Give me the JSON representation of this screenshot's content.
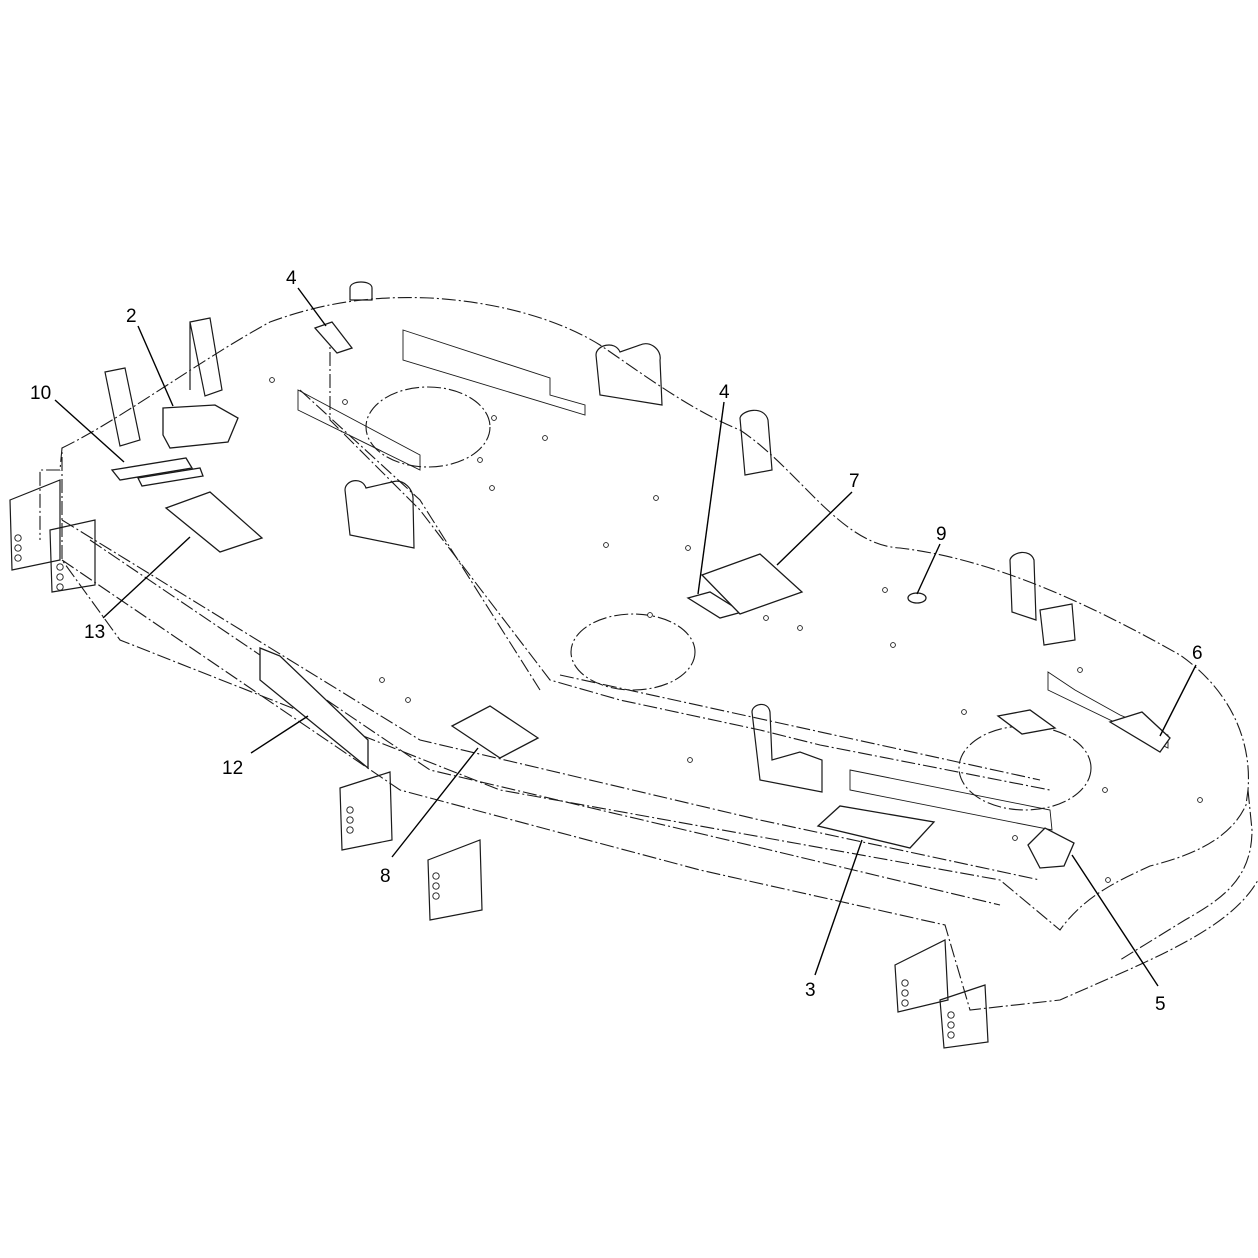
{
  "callouts": [
    {
      "id": "c2",
      "label": "2"
    },
    {
      "id": "c3",
      "label": "3"
    },
    {
      "id": "c4a",
      "label": "4"
    },
    {
      "id": "c4b",
      "label": "4"
    },
    {
      "id": "c5",
      "label": "5"
    },
    {
      "id": "c6",
      "label": "6"
    },
    {
      "id": "c7",
      "label": "7"
    },
    {
      "id": "c8",
      "label": "8"
    },
    {
      "id": "c9",
      "label": "9"
    },
    {
      "id": "c10",
      "label": "10"
    },
    {
      "id": "c12",
      "label": "12"
    },
    {
      "id": "c13",
      "label": "13"
    }
  ],
  "colors": {
    "line": "#1a1a1a",
    "background": "#ffffff"
  }
}
